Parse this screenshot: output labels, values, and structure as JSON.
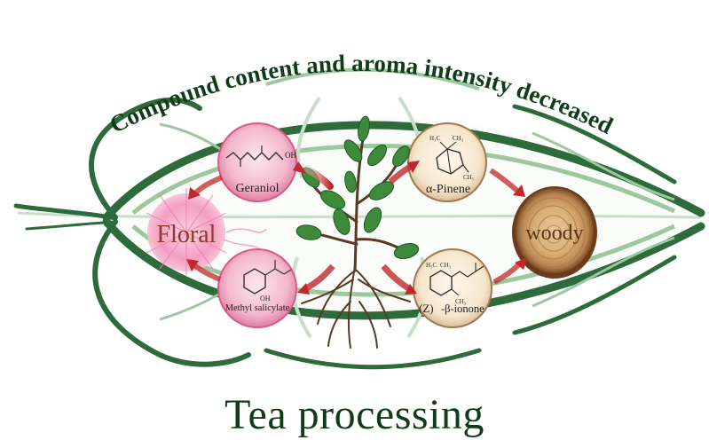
{
  "arc_title": "Compound content and aroma intensity decreased",
  "bottom_title": "Tea processing",
  "compounds": {
    "geraniol": {
      "name": "Geraniol",
      "oh_label": "OH"
    },
    "methyl_salicylate": {
      "name": "Methyl salicylate",
      "oh_label": "OH"
    },
    "alpha_pinene": {
      "name": "α-Pinene",
      "ch3_top_left": "H₃C",
      "ch3_top_right": "CH₃",
      "ch3_bottom": "CH₃"
    },
    "beta_ionone": {
      "name_prefix": "(Z)",
      "name": "-β-ionone",
      "ch3_left": "H₃C",
      "ch3_right": "CH₃",
      "ch3_bottom": "CH₃"
    }
  },
  "aroma_labels": {
    "floral": "Floral",
    "woody": "woody"
  },
  "colors": {
    "leaf_dark": "#2e6b3a",
    "leaf_light": "#9cc79f",
    "arrow_red": "#c0282d",
    "pink_circle": "#f4a9c4",
    "tan_circle": "#f5e6cf",
    "title_green": "#0f3d1a"
  }
}
